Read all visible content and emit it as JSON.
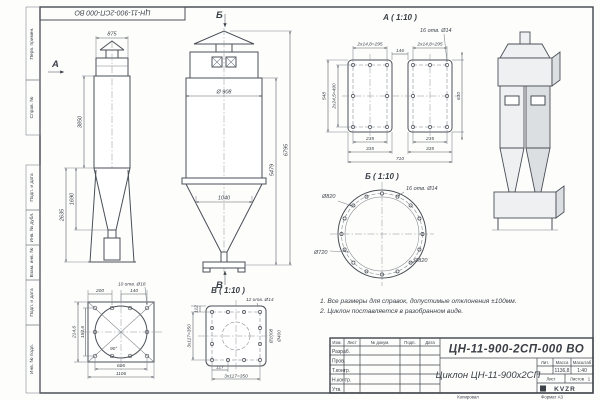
{
  "sheet": {
    "stamp_top_doc_number": "ЦН-11-900-2СП-000 ВО",
    "margin_labels": [
      "Перв. примен.",
      "Справ. №",
      "Подп. и дата",
      "Инв. № дубл.",
      "Взам. инв. №",
      "Подп. и дата",
      "Инв. № подл."
    ]
  },
  "views": {
    "side": {
      "view_arrow": "А",
      "dim_top_width": "875",
      "dim_body_height": "3850",
      "dim_cone_height": "1690",
      "dim_bottom_height": "2635"
    },
    "front": {
      "arrow_top": "Б",
      "arrow_bottom": "В",
      "dim_diameter": "Ø 908",
      "dim_cone_top": "1040",
      "dim_height_inner": "5479",
      "dim_height_total": "6795"
    },
    "section_a": {
      "title": "А ( 1:10 )",
      "dim_top_left": "2х14,8=295",
      "dim_top_right": "2х14,8=295",
      "dim_gap": "146",
      "holes_label": "16 отв. Ø14",
      "dim_left_outer": "548",
      "dim_left_inner": "2х24,5=490",
      "dim_right": "630",
      "dim_holes_left": "235",
      "dim_holes_right": "235",
      "dim_plate_left": "335",
      "dim_plate_right": "335",
      "dim_total": "710"
    },
    "section_b": {
      "title": "Б ( 1:10 )",
      "holes_label": "16 отв. Ø14",
      "dim_outer_top": "Ø820",
      "dim_inner": "Ø720",
      "dim_outer_bottom": "Ø820"
    },
    "section_v": {
      "title": "В ( 1:10 )",
      "holes_label": "12 отв. Ø14",
      "dim_left_offset": "112",
      "dim_left_span": "3х117=350",
      "dim_bottom_offset": "117",
      "dim_bottom_span": "3х117=350",
      "dim_d_outer": "Ø1008",
      "dim_d_inner": "Ø400"
    },
    "flange": {
      "dim_200": "200",
      "dim_140": "140",
      "holes_label": "10 отв. Ø18",
      "dim_height_outer": "214,6",
      "dim_height_inner": "154,6",
      "dim_width_inner": "606",
      "dim_width_outer": "1106",
      "dim_angle": "90°"
    }
  },
  "notes": {
    "line1": "1. Все размеры для справок, допустимые отклонения ±100мм.",
    "line2": "2. Циклон поставляется в разобранном виде."
  },
  "title_block": {
    "doc_number": "ЦН-11-900-2СП-000 ВО",
    "product_title": "Циклон ЦН-11-900х2СП",
    "col_izm": "Изм.",
    "col_list": "Лист",
    "col_doc": "№ докум.",
    "col_podp": "Подп.",
    "col_data": "Дата",
    "role_razrab": "Разраб.",
    "role_prov": "Пров.",
    "role_tkontr": "Т.контр.",
    "role_nkontr": "Н.контр.",
    "role_utv": "Утв.",
    "lit_label": "Лит.",
    "mass_label": "Масса",
    "scale_label": "Масштаб",
    "mass_value": "1136,8",
    "scale_value": "1:40",
    "sheet_label": "Лист",
    "sheets_label": "Листов",
    "sheets_value": "1",
    "logo_text": "KVZR",
    "copied_label": "Копировал",
    "format_label": "Формат А3"
  }
}
